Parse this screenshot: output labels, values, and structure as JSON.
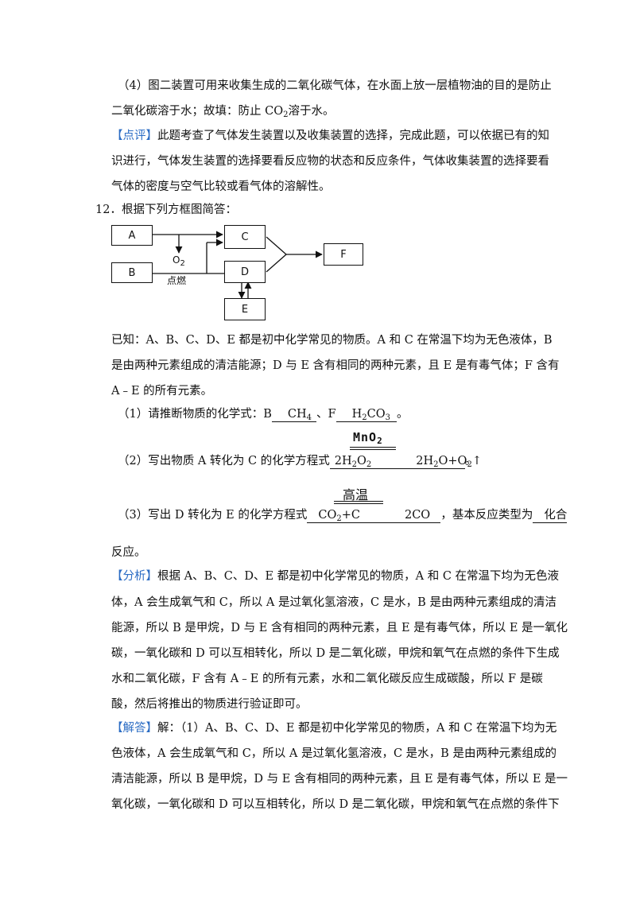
{
  "p4": {
    "line1": "（4）图二装置可用来收集生成的二氧化碳气体，在水面上放一层植物油的目的是防止",
    "line2a": "二氧化碳溶于水；故填：防止 CO",
    "line2sub": "2",
    "line2b": "溶于水。"
  },
  "review": {
    "tag": "【点评】",
    "line1": "此题考查了气体发生装置以及收集装置的选择，完成此题，可以依据已有的知",
    "line2": "识进行，气体发生装置的选择要看反应物的状态和反应条件，气体收集装置的选择要看",
    "line3": "气体的密度与空气比较或看气体的溶解性。"
  },
  "q12": {
    "title": "12．根据下列方框图简答：",
    "diagram": {
      "A": "A",
      "B": "B",
      "C": "C",
      "D": "D",
      "E": "E",
      "F": "F",
      "o2": "O",
      "o2sub": "2",
      "ignite": "点燃"
    },
    "known1": "已知：A、B、C、D、E 都是初中化学常见的物质。A 和 C 在常温下均为无色液体，B",
    "known2": "是由两种元素组成的清洁能源；D 与 E 含有相同的两种元素，且 E 是有毒气体；F 含有",
    "known3": "A﹣E 的所有元素。",
    "sub1": {
      "prefix": "（1）请推断物质的化学式：B",
      "b_main": "CH",
      "b_sub": "4",
      "mid": "、F",
      "f_main": "H",
      "f_sub1": "2",
      "f_mid": "CO",
      "f_sub2": "3",
      "end": "。"
    },
    "sub2": {
      "catalyst": "MnO",
      "catalyst_sub": "2",
      "prefix": "（2）写出物质 A 转化为 C 的化学方程式",
      "lhs_a": "2H",
      "lhs_sub1": "2",
      "lhs_b": "O",
      "lhs_sub2": "2",
      "rhs_a": "2H",
      "rhs_sub1": "2",
      "rhs_b": "O+O",
      "rhs_sub2": "2",
      "rhs_c": "↑",
      "end": "。"
    },
    "sub3": {
      "condition": "高温",
      "prefix": "（3）写出 D 转化为 E 的化学方程式",
      "lhs_a": "CO",
      "lhs_sub": "2",
      "lhs_b": "+C",
      "rhs": "2CO",
      "mid": "，基本反应类型为",
      "type": "化合",
      "cont": "反应。"
    }
  },
  "analysis": {
    "tag": "【分析】",
    "line1": "根据 A、B、C、D、E 都是初中化学常见的物质，A 和 C 在常温下均为无色液",
    "line2": "体，A 会生成氧气和 C，所以 A 是过氧化氢溶液，C 是水，B 是由两种元素组成的清洁",
    "line3": "能源，所以 B 是甲烷，D 与 E 含有相同的两种元素，且 E 是有毒气体，所以 E 是一氧化",
    "line4": "碳，一氧化碳和 D 可以互相转化，所以 D 是二氧化碳，甲烷和氧气在点燃的条件下生成",
    "line5": "水和二氧化碳，F 含有 A﹣E 的所有元素，水和二氧化碳反应生成碳酸，所以 F 是碳",
    "line6": "酸，然后将推出的物质进行验证即可。"
  },
  "answer": {
    "tag": "【解答】",
    "line1": "解：（1）A、B、C、D、E 都是初中化学常见的物质，A 和 C 在常温下均为无",
    "line2": "色液体，A 会生成氧气和 C，所以 A 是过氧化氢溶液，C 是水，B 是由两种元素组成的",
    "line3": "清洁能源，所以 B 是甲烷，D 与 E 含有相同的两种元素，且 E 是有毒气体，所以 E 是一",
    "line4": "氧化碳，一氧化碳和 D 可以互相转化，所以 D 是二氧化碳，甲烷和氧气在点燃的条件下"
  },
  "colors": {
    "tag": "#2b6cc4",
    "text": "#111111"
  }
}
